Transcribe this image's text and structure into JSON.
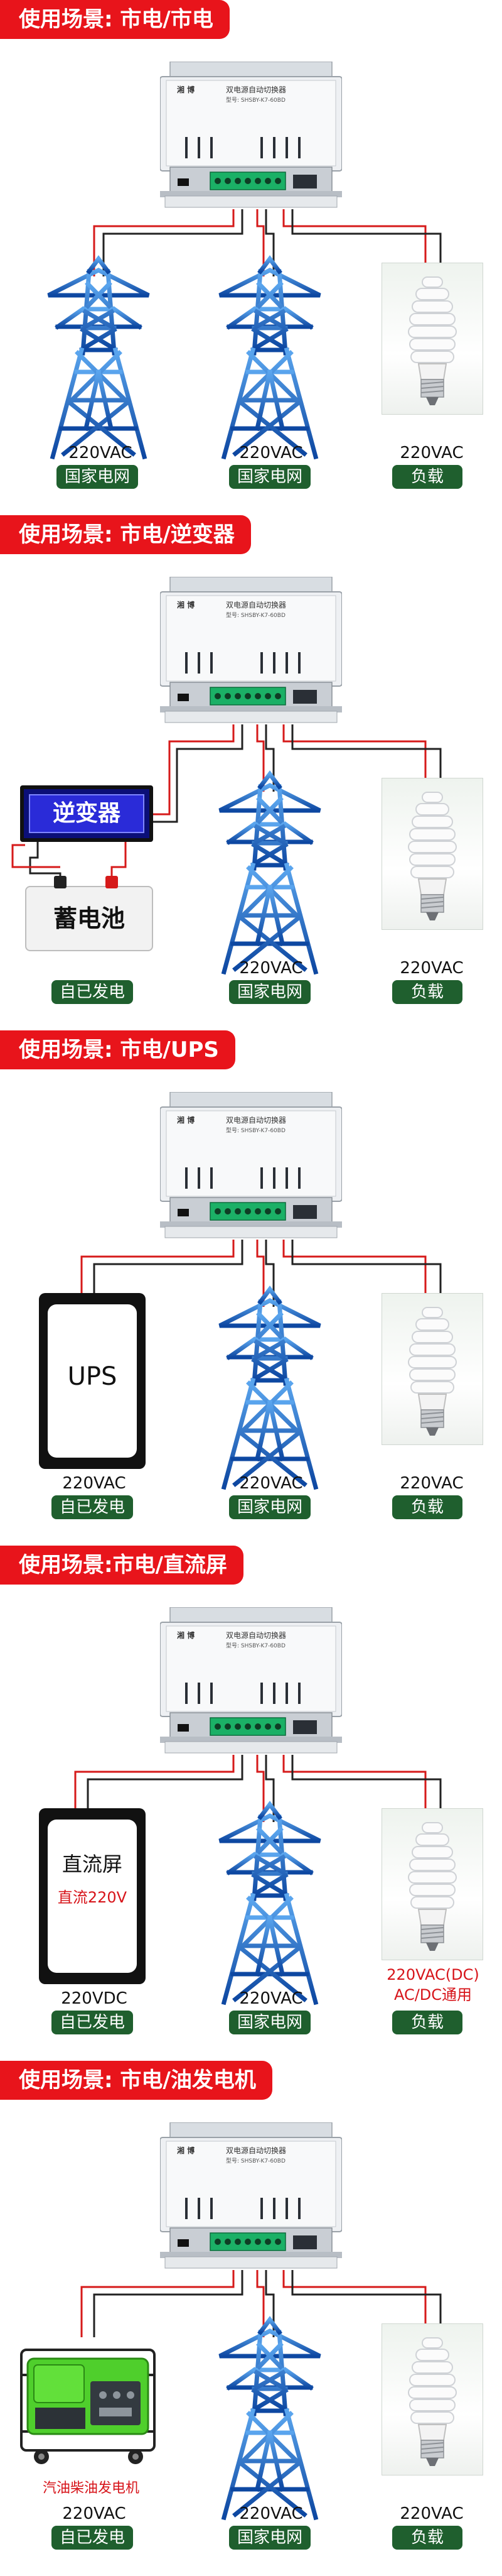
{
  "scenarios": [
    {
      "title": "使用场景: 市电/市电",
      "left_kind": "tower",
      "left_voltage": "220VAC",
      "left_tag": "国家电网",
      "mid_voltage": "220VAC",
      "mid_tag": "国家电网",
      "right_voltage": "220VAC",
      "right_tag": "负载"
    },
    {
      "title": "使用场景: 市电/逆变器",
      "left_kind": "inverter",
      "inverter_label": "逆变器",
      "battery_label": "蓄电池",
      "left_tag": "自已发电",
      "mid_voltage": "220VAC",
      "mid_tag": "国家电网",
      "right_voltage": "220VAC",
      "right_tag": "负载"
    },
    {
      "title": "使用场景: 市电/UPS",
      "left_kind": "ups",
      "ups_label": "UPS",
      "left_voltage": "220VAC",
      "left_tag": "自已发电",
      "mid_voltage": "220VAC",
      "mid_tag": "国家电网",
      "right_voltage": "220VAC",
      "right_tag": "负载"
    },
    {
      "title": "使用场景:市电/直流屏",
      "left_kind": "dc",
      "dc_label": "直流屏",
      "dc_sub": "直流220V",
      "left_voltage": "220VDC",
      "left_tag": "自已发电",
      "mid_voltage": "220VAC",
      "mid_tag": "国家电网",
      "right_voltage_line1": "220VAC(DC)",
      "right_voltage_line2": "AC/DC通用",
      "right_tag": "负载"
    },
    {
      "title": "使用场景: 市电/油发电机",
      "left_kind": "generator",
      "generator_caption": "汽油柴油发电机",
      "left_voltage": "220VAC",
      "left_tag": "自已发电",
      "mid_voltage": "220VAC",
      "mid_tag": "国家电网",
      "right_voltage": "220VAC",
      "right_tag": "负载"
    }
  ],
  "device": {
    "brand": "湘 博",
    "name": "双电源自动切换器",
    "model": "型号: SHSBY-K7-60BD"
  },
  "colors": {
    "banner": "#e8141b",
    "tag": "#1f5f2e",
    "tower": "#1565c0",
    "terminal": "#18a05a"
  }
}
